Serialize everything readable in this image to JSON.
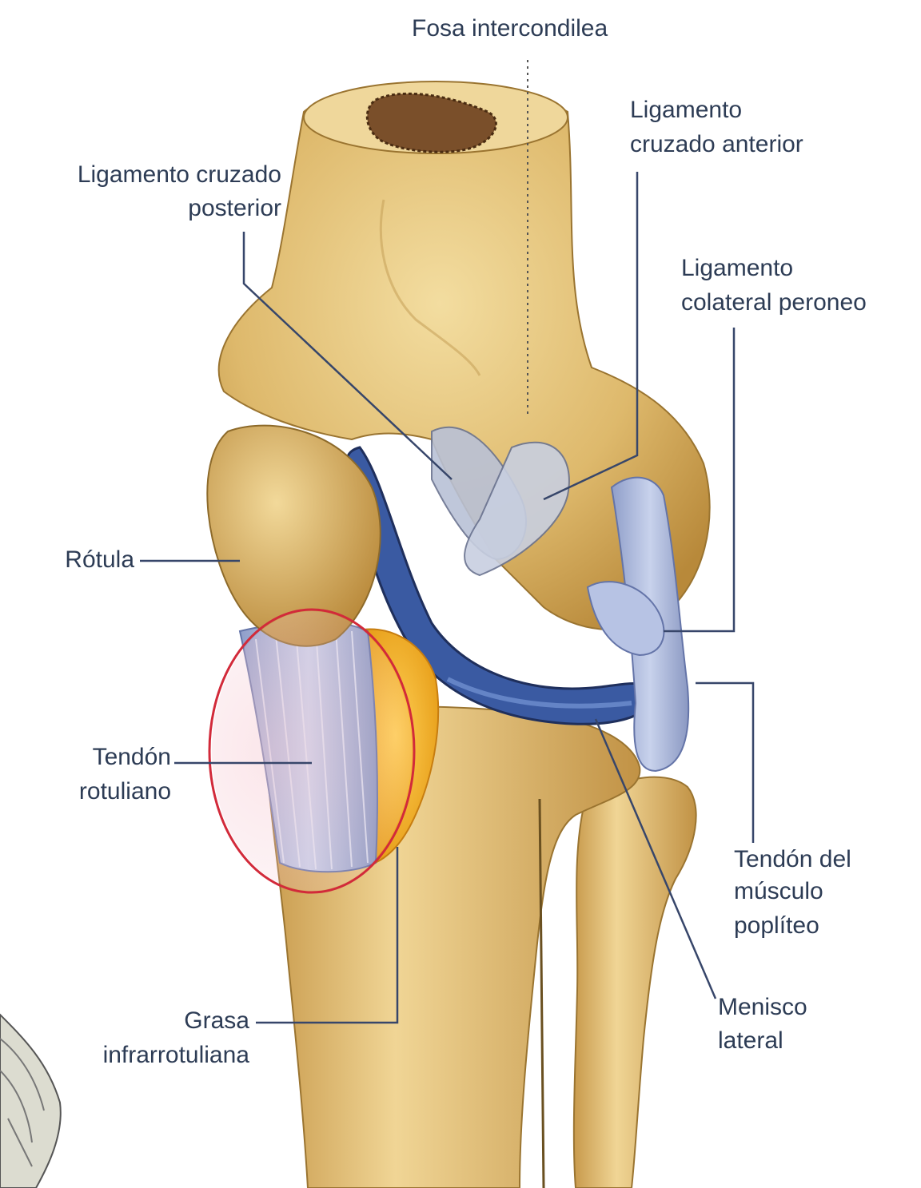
{
  "labels": {
    "fosa": "Fosa intercondilea",
    "lca_1": "Ligamento",
    "lca_2": "cruzado anterior",
    "lcp_1": "Ligamento cruzado",
    "lcp_2": "posterior",
    "lcl_1": "Ligamento",
    "lcl_2": "colateral peroneo",
    "rotula": "Rótula",
    "tendon_rot_1": "Tendón",
    "tendon_rot_2": "rotuliano",
    "popliteo_1": "Tendón del",
    "popliteo_2": "músculo",
    "popliteo_3": "poplíteo",
    "grasa_1": "Grasa",
    "grasa_2": "infrarrotuliana",
    "menisco_1": "Menisco",
    "menisco_2": "lateral"
  },
  "colors": {
    "bone": "#e2c37c",
    "bone_dark": "#b48a3f",
    "ligament": "#a9b7d8",
    "meniscus": "#2f4d93",
    "fat": "#f2b52a",
    "highlight": "#d22a3a",
    "leader": "#37466a"
  }
}
